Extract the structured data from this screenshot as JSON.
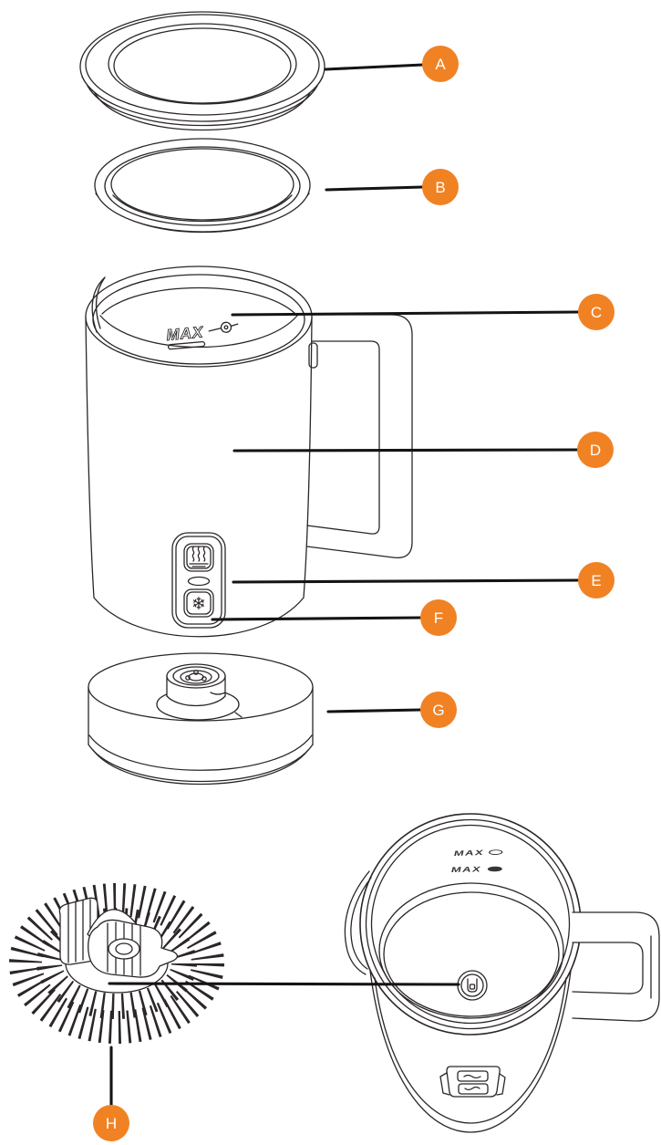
{
  "diagram": {
    "accent_color": "#F08224",
    "line_color": "#2B2627",
    "leader_color": "#161314",
    "background": "#FFFFFF",
    "labels": [
      {
        "letter": "A"
      },
      {
        "letter": "B"
      },
      {
        "letter": "C"
      },
      {
        "letter": "D"
      },
      {
        "letter": "E"
      },
      {
        "letter": "F"
      },
      {
        "letter": "G"
      },
      {
        "letter": "H"
      }
    ],
    "markings": {
      "jug_max": "MAX",
      "top_view_max_1": "MAX",
      "top_view_max_2": "MAX"
    },
    "icon_glyphs": {
      "snowflake": "❄"
    }
  }
}
